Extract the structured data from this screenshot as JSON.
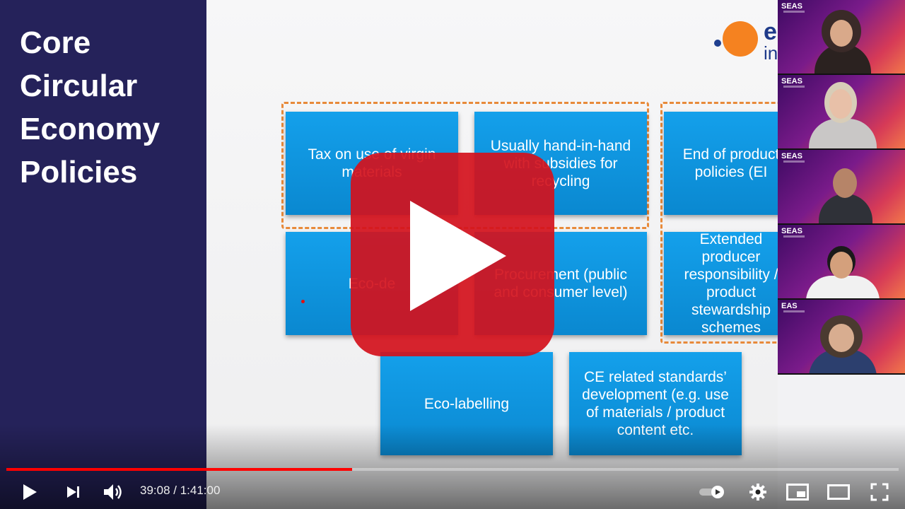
{
  "sidebar": {
    "title_lines": [
      "Core",
      "Circular",
      "Economy",
      "Policies"
    ]
  },
  "logo": {
    "line1": "e",
    "line2": "in"
  },
  "slide": {
    "boxes": [
      "Tax on use of virgin materials",
      "Usually hand-in-hand with subsidies for recycling",
      "End of product policies (EI",
      "Eco-de",
      "Procurement (public and consumer level)",
      "Extended producer responsibility / product stewardship schemes",
      "Eco-labelling",
      "CE related standards’ development (e.g. use of materials / product content etc."
    ]
  },
  "participants": [
    {
      "badge": "SEAS"
    },
    {
      "badge": "SEAS"
    },
    {
      "badge": "SEAS"
    },
    {
      "badge": "SEAS"
    },
    {
      "badge": "EAS"
    }
  ],
  "player": {
    "current_time": "39:08",
    "separator": " / ",
    "duration": "1:41:00",
    "progress": 0.3875,
    "accent_color": "#ff0000"
  }
}
